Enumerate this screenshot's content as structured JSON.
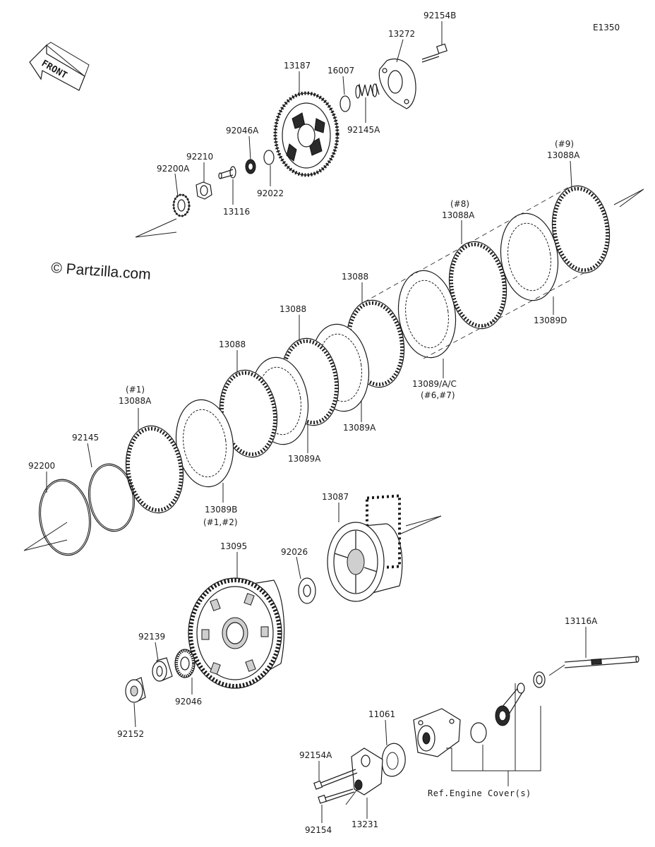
{
  "diagram_code": "E1350",
  "watermark": "© Partzilla.com",
  "front_arrow_label": "FRONT",
  "ref_note": "Ref.Engine Cover(s)",
  "labels": {
    "p92154B": "92154B",
    "p13272": "13272",
    "p13187": "13187",
    "p16007": "16007",
    "p92145A": "92145A",
    "p92046A": "92046A",
    "p92210": "92210",
    "p92200A": "92200A",
    "p92022": "92022",
    "p13116": "13116",
    "p9_tag": "(#9)",
    "p13088A_9": "13088A",
    "p8_tag": "(#8)",
    "p13088A_8": "13088A",
    "p13089D": "13089D",
    "p13088_a": "13088",
    "p13088_b": "13088",
    "p13088_c": "13088",
    "p13089AC": "13089/A/C",
    "p67_tag": "(#6,#7)",
    "p13089A_a": "13089A",
    "p13089A_b": "13089A",
    "p1_tag": "(#1)",
    "p13088A_1": "13088A",
    "p92145": "92145",
    "p92200": "92200",
    "p13089B": "13089B",
    "p12_tag": "(#1,#2)",
    "p13087": "13087",
    "p13095": "13095",
    "p92026": "92026",
    "p92139": "92139",
    "p92046": "92046",
    "p92152": "92152",
    "p13116A": "13116A",
    "p11061": "11061",
    "p92154A": "92154A",
    "p92154": "92154",
    "p13231": "13231"
  }
}
